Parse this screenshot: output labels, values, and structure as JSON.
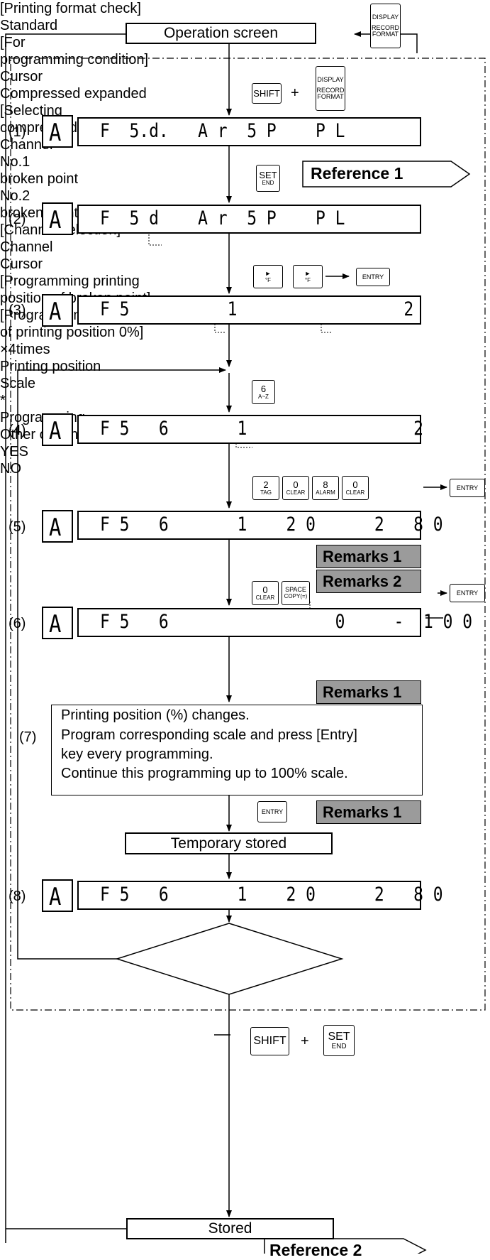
{
  "top": {
    "operation_screen": "Operation screen",
    "display_key": [
      "DISPLAY",
      "RECORD",
      "FORMAT"
    ]
  },
  "keys": {
    "shift": "SHIFT",
    "plus": "+",
    "set": [
      "SET",
      "END"
    ],
    "entry": "ENTRY",
    "right_f": [
      "►",
      "°F"
    ],
    "key6": [
      "6",
      "A~Z"
    ],
    "key2": [
      "2",
      "TAG"
    ],
    "key0": [
      "0",
      "CLEAR"
    ],
    "key8": [
      "8",
      "ALARM"
    ],
    "space": [
      "SPACE",
      "COPY(=)"
    ],
    "times": "×4times",
    "arrow": "→"
  },
  "steps": [
    {
      "num": "(1)",
      "label": "[Printing format check]",
      "display": "F  5.d.   A r  5 P    P L"
    },
    {
      "num": "(2)",
      "label_1": "[For",
      "label_2": "programming condition]",
      "display": "F  5 d    A r  5 P    P L"
    },
    {
      "num": "(3)",
      "label_1": "[Selecting",
      "label_2": "compressed/expanded]",
      "display": "F 5          1                 2"
    },
    {
      "num": "(4)",
      "label": "[Channel selection]",
      "display": "F 5   6       1                 2"
    },
    {
      "num": "(5)",
      "label_1": "[Programming printing",
      "label_2": "position of broken point]",
      "display": "F 5   6       1    2 0      2   8 0"
    },
    {
      "num": "(6)",
      "label_1": "[Programming scale",
      "label_2": "of printing position 0%]",
      "display": "F 5   6                 0     -  1 0 0"
    },
    {
      "num": "(7)",
      "lines": [
        "Printing position (%) changes.",
        "Program corresponding scale and press [Entry]",
        "key every programming.",
        "Continue this programming up to 100% scale."
      ]
    },
    {
      "num": "(8)",
      "display": "F 5   6       1    2 0      2   8 0"
    }
  ],
  "annotations": {
    "standard": "Standard",
    "cursor": "Cursor",
    "compressed_expanded": "Compressed expanded",
    "channel": "Channel",
    "no1": "No.1",
    "no2": "No.2",
    "broken_point": "broken point",
    "printing_position": "Printing position",
    "scale": "Scale",
    "asterisk": "*",
    "temporary_stored": "Temporary stored",
    "decision_1": "Programming",
    "decision_2": "Other channel?",
    "yes": "YES",
    "no": "NO",
    "stored": "Stored"
  },
  "references": {
    "ref1": "Reference 1",
    "ref2": "Reference 2",
    "remarks1": "Remarks 1",
    "remarks2": "Remarks 2"
  }
}
